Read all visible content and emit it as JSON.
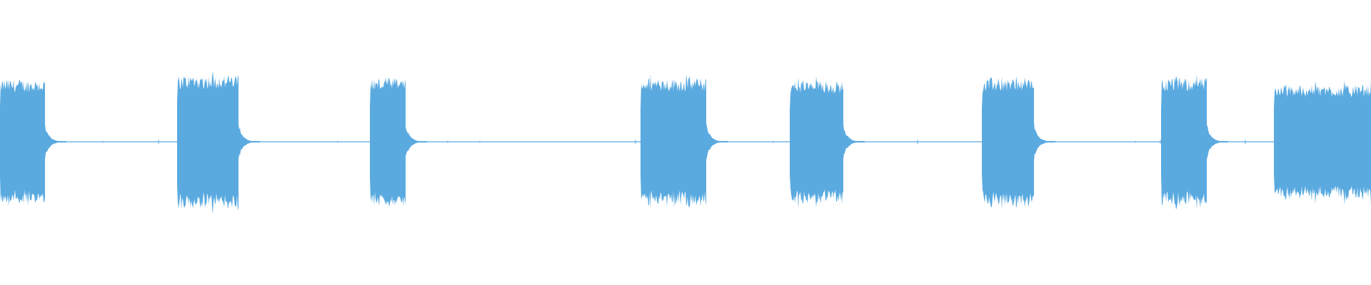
{
  "waveform": {
    "color": "#5aaae0",
    "background": "#ffffff",
    "silence_amplitude": 0.01,
    "peak_amplitude": 0.47,
    "bursts": [
      {
        "start": 0.0,
        "end": 0.033,
        "amplitude": 0.44
      },
      {
        "start": 0.129,
        "end": 0.174,
        "amplitude": 0.47
      },
      {
        "start": 0.27,
        "end": 0.296,
        "amplitude": 0.45
      },
      {
        "start": 0.467,
        "end": 0.515,
        "amplitude": 0.45
      },
      {
        "start": 0.576,
        "end": 0.615,
        "amplitude": 0.43
      },
      {
        "start": 0.716,
        "end": 0.754,
        "amplitude": 0.45
      },
      {
        "start": 0.847,
        "end": 0.88,
        "amplitude": 0.45
      },
      {
        "start": 0.929,
        "end": 1.0,
        "amplitude": 0.4
      }
    ]
  }
}
